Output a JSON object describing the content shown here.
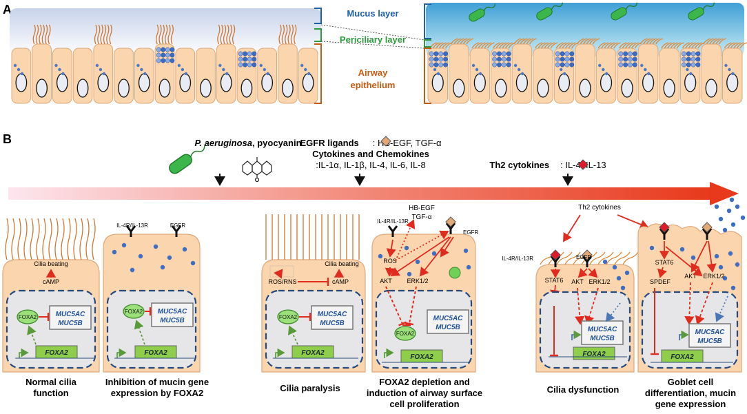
{
  "panel_a": {
    "letter": "A",
    "mucus_label": "Mucus layer",
    "pcl_label": "Periciliary layer",
    "epi_label_1": "Airway",
    "epi_label_2": "epithelium",
    "colors": {
      "mucus": "#1f5fa8",
      "pcl": "#2e9a3e",
      "epi": "#c55a11"
    }
  },
  "panel_b": {
    "letter": "B",
    "stim1_italic": "P. aeruginosa",
    "stim1_rest": ", pyocyanin",
    "stim2_bold": "EGFR ligands",
    "stim2_rest": ": HB-EGF, TGF-α",
    "stim2_line2": "Cytokines and Chemokines",
    "stim2_line3": ":IL-1α, IL-1β, IL-4, IL-6, IL-8",
    "stim3_bold": "Th2 cytokines",
    "stim3_rest": ": IL-4, IL-13",
    "arrow_color": "#e63a1e"
  },
  "cells": {
    "cilia_beating": "Cilia beating",
    "camp": "cAMP",
    "foxa2_protein": "FOXA2",
    "muc_1": "MUC5AC",
    "muc_2": "MUC5B",
    "foxa2_gene": "FOXA2",
    "il4r": "IL-4R/IL-13R",
    "egfr": "EGFR",
    "ros_rns": "ROS/RNS",
    "ros": "ROS",
    "akt": "AKT",
    "erk": "ERK1/2",
    "hb_egf": "HB-EGF",
    "tgf": "TGF-α",
    "th2": "Th2 cytokines",
    "stat6": "STAT6",
    "spdef": "SPDEF"
  },
  "captions": {
    "c1": [
      "Normal cilia",
      "function"
    ],
    "c2": [
      "Inhibition of mucin gene",
      "expression by FOXA2"
    ],
    "c3": [
      "Cilia paralysis"
    ],
    "c4": [
      "FOXA2 depletion and",
      "induction of airway surface",
      "cell proliferation"
    ],
    "c5": [
      "Cilia dysfunction"
    ],
    "c6": [
      "Goblet cell",
      "differentiation, mucin",
      "gene expression"
    ]
  }
}
